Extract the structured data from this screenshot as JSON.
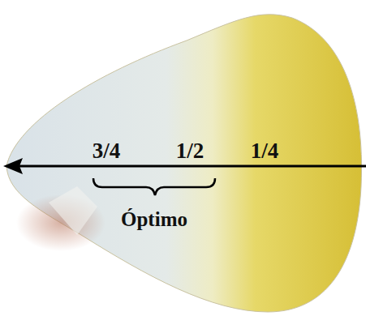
{
  "diagram": {
    "labels": [
      "3/4",
      "1/2",
      "1/4",
      "Óptimo"
    ]
  }
}
